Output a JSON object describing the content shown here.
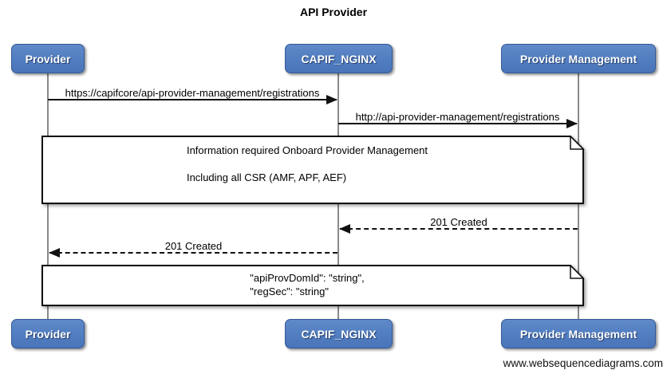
{
  "title": "API Provider",
  "watermark": "www.websequencediagrams.com",
  "colors": {
    "actor_fill_light": "#6089c8",
    "actor_fill_dark": "#4a74b8",
    "actor_border": "#335a99",
    "actor_text": "#ffffff",
    "lifeline": "#8a8a8a",
    "message_line": "#111111",
    "note_background": "#ffffff",
    "note_border": "#111111",
    "page_background": "#ffffff"
  },
  "actors": [
    {
      "name": "Provider"
    },
    {
      "name": "CAPIF_NGINX"
    },
    {
      "name": "Provider Management"
    }
  ],
  "messages": [
    {
      "label": "https://capifcore/api-provider-management/registrations",
      "from": "Provider",
      "to": "CAPIF_NGINX",
      "line": "solid",
      "direction": "right"
    },
    {
      "label": "http://api-provider-management/registrations",
      "from": "CAPIF_NGINX",
      "to": "Provider Management",
      "line": "solid",
      "direction": "right"
    },
    {
      "label": "201 Created",
      "from": "Provider Management",
      "to": "CAPIF_NGINX",
      "line": "dashed",
      "direction": "left"
    },
    {
      "label": "201 Created",
      "from": "CAPIF_NGINX",
      "to": "Provider",
      "line": "dashed",
      "direction": "left"
    }
  ],
  "notes": [
    {
      "lines": [
        "Information required Onboard Provider Management",
        "Including all CSR (AMF, APF, AEF)"
      ]
    },
    {
      "lines": [
        "\"apiProvDomId\": \"string\",",
        "\"regSec\": \"string\""
      ]
    }
  ]
}
